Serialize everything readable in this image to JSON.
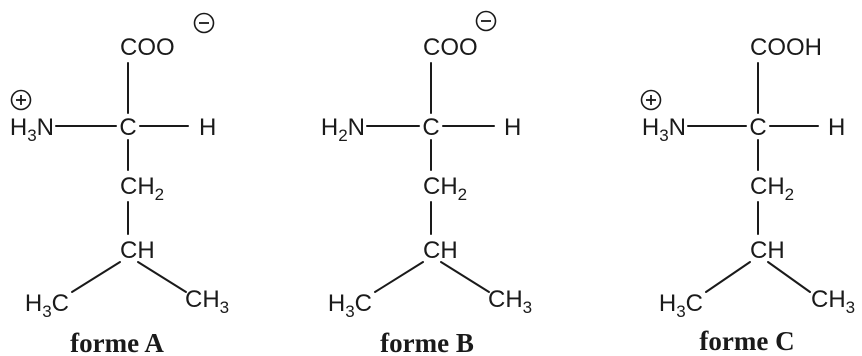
{
  "molecules": [
    {
      "caption": "forme A",
      "carboxyl": "COO",
      "carboxyl_charge": "minus",
      "amine": {
        "base": "H",
        "sub": "3",
        "tail": "N",
        "charge": "plus"
      },
      "alpha": "C",
      "hydrogen": "H",
      "methylene": {
        "base": "CH",
        "sub": "2"
      },
      "methine": "CH",
      "methyl_left": {
        "base": "H",
        "sub": "3",
        "tail": "C"
      },
      "methyl_right": {
        "base": "CH",
        "sub": "3"
      }
    },
    {
      "caption": "forme B",
      "carboxyl": "COO",
      "carboxyl_charge": "minus",
      "amine": {
        "base": "H",
        "sub": "2",
        "tail": "N",
        "charge": "none"
      },
      "alpha": "C",
      "hydrogen": "H",
      "methylene": {
        "base": "CH",
        "sub": "2"
      },
      "methine": "CH",
      "methyl_left": {
        "base": "H",
        "sub": "3",
        "tail": "C"
      },
      "methyl_right": {
        "base": "CH",
        "sub": "3"
      }
    },
    {
      "caption": "forme C",
      "carboxyl": "COOH",
      "carboxyl_charge": "none",
      "amine": {
        "base": "H",
        "sub": "3",
        "tail": "N",
        "charge": "plus"
      },
      "alpha": "C",
      "hydrogen": "H",
      "methylene": {
        "base": "CH",
        "sub": "2"
      },
      "methine": "CH",
      "methyl_left": {
        "base": "H",
        "sub": "3",
        "tail": "C"
      },
      "methyl_right": {
        "base": "CH",
        "sub": "3"
      }
    }
  ],
  "colors": {
    "ink": "#1a1a1a",
    "background": "#ffffff"
  }
}
